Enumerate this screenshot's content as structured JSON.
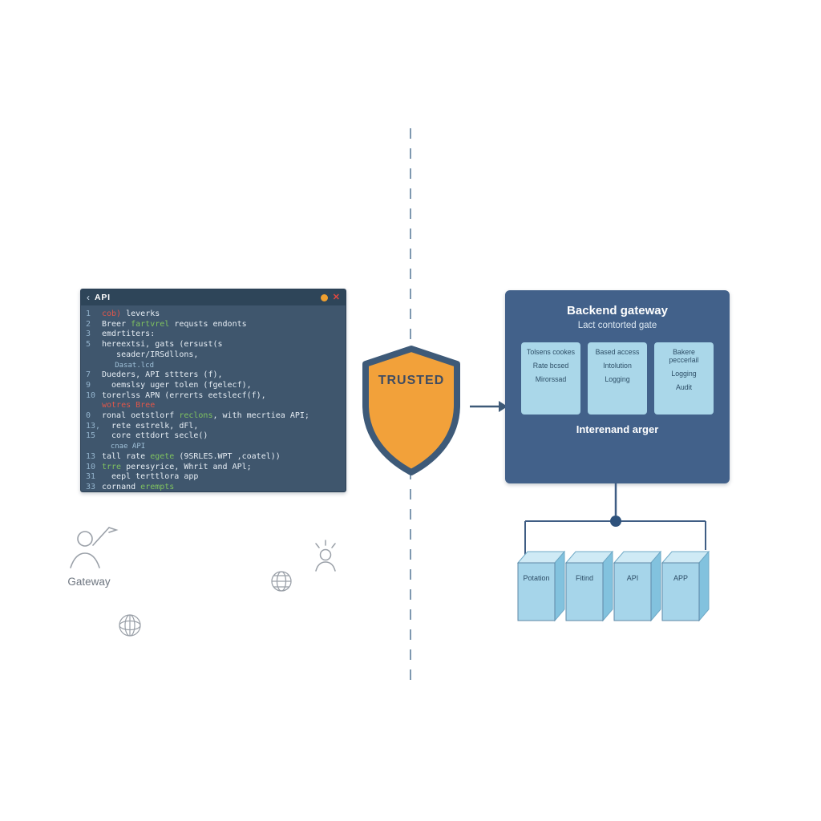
{
  "code_window": {
    "back_icon": "‹",
    "title": "API",
    "close_icon": "✕",
    "lines": [
      {
        "num": "1",
        "segs": [
          {
            "c": "kw",
            "t": "cob)"
          },
          {
            "c": "p",
            "t": " leverks"
          }
        ]
      },
      {
        "num": "2",
        "segs": [
          {
            "c": "p",
            "t": "Breer "
          },
          {
            "c": "str",
            "t": "fartvrel"
          },
          {
            "c": "p",
            "t": " requsts endonts"
          }
        ]
      },
      {
        "num": "3",
        "segs": [
          {
            "c": "p",
            "t": "emdrtiters:"
          }
        ]
      },
      {
        "num": "5",
        "segs": [
          {
            "c": "p",
            "t": "hereextsi, gats (ersust(s"
          }
        ]
      },
      {
        "num": "",
        "segs": [
          {
            "c": "p",
            "t": "   seader/IRSdllons,"
          }
        ]
      },
      {
        "num": "",
        "segs": [
          {
            "c": "dim",
            "t": "   Dasat.lcd"
          }
        ]
      },
      {
        "num": "7",
        "segs": [
          {
            "c": "p",
            "t": "Dueders, API sttters (f),"
          }
        ]
      },
      {
        "num": "9",
        "segs": [
          {
            "c": "p",
            "t": "  oemslsy uger tolen (fgelecf),"
          }
        ]
      },
      {
        "num": "10",
        "segs": [
          {
            "c": "p",
            "t": "torerlss APN (errerts eetslecf(f),"
          }
        ]
      },
      {
        "num": "",
        "segs": [
          {
            "c": "kw",
            "t": "wotres Bree"
          }
        ]
      },
      {
        "num": "0",
        "segs": [
          {
            "c": "p",
            "t": "ronal oetstlorf "
          },
          {
            "c": "str",
            "t": "reclons"
          },
          {
            "c": "p",
            "t": ", with mecrtiea API;"
          }
        ]
      },
      {
        "num": "13,",
        "segs": [
          {
            "c": "p",
            "t": "  rete estrelk, dFl,"
          }
        ]
      },
      {
        "num": "15",
        "segs": [
          {
            "c": "p",
            "t": "  core ettdort secle()"
          }
        ]
      },
      {
        "num": "",
        "segs": [
          {
            "c": "dim",
            "t": "  cnae API"
          }
        ]
      },
      {
        "num": "13",
        "segs": [
          {
            "c": "p",
            "t": "tall rate "
          },
          {
            "c": "str",
            "t": "egete"
          },
          {
            "c": "p",
            "t": " (9SRLES.WPT ,coatel))"
          }
        ]
      },
      {
        "num": "10",
        "segs": [
          {
            "c": "str",
            "t": "trre"
          },
          {
            "c": "p",
            "t": " peresyrice, Whrit and APl;"
          }
        ]
      },
      {
        "num": "31",
        "segs": [
          {
            "c": "p",
            "t": "  eepl terttlora app"
          }
        ]
      },
      {
        "num": "33",
        "segs": [
          {
            "c": "p",
            "t": "cornand "
          },
          {
            "c": "str",
            "t": "erempts"
          }
        ]
      }
    ]
  },
  "shield": {
    "label": "TRUSTED"
  },
  "backend": {
    "title": "Backend gateway",
    "subtitle": "Lact contorted gate",
    "cards": [
      {
        "l1": "Tolsens cookes",
        "l2": "Rate bcsed",
        "l3": "Mirorssad"
      },
      {
        "l1": "Based access",
        "l2": "Intolution",
        "l3": "Logging"
      },
      {
        "l1": "Bakere peccerlail",
        "l2": "Logging",
        "l3": "Audit"
      }
    ],
    "footer": "Interenand arger"
  },
  "servers": {
    "boxes": [
      "Potation",
      "Fitind",
      "API",
      "APP"
    ]
  },
  "icons": {
    "gateway_label": "Gateway"
  },
  "colors": {
    "accent_orange": "#F2A13A",
    "panel_blue": "#42618A",
    "card_blue": "#AAD7E9",
    "boundary_blue": "#7E98B0",
    "keyword_red": "#E0564A",
    "string_green": "#7FC25F"
  }
}
